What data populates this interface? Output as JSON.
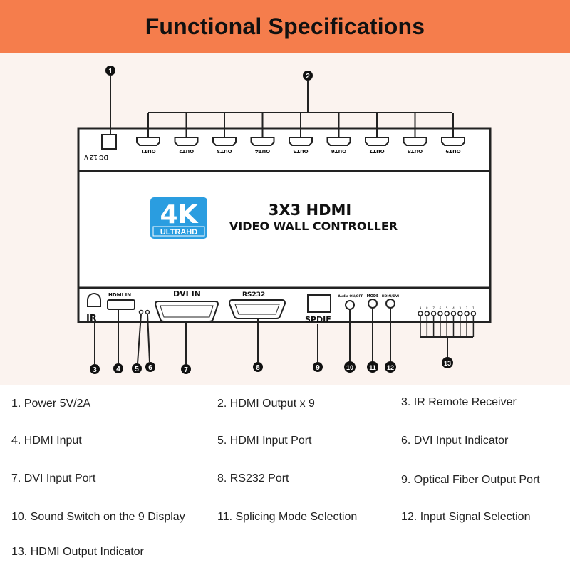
{
  "header": {
    "title": "Functional Specifications"
  },
  "diagram": {
    "outputs": [
      "OUT1",
      "OUT2",
      "OUT3",
      "OUT4",
      "OUT5",
      "OUT6",
      "OUT7",
      "OUT8",
      "OUT9"
    ],
    "power_label": "DC 12 V",
    "badge_4k": "4K",
    "badge_ultrahd": "ULTRAHD",
    "product_line1": "3X3 HDMI",
    "product_line2": "VIDEO WALL CONTROLLER",
    "port_ir": "IR",
    "port_hdmi_in": "HDMI IN",
    "port_dvi_in": "DVI IN",
    "port_rs232": "RS232",
    "port_spdif": "SPDIF",
    "btn_audio": "Audio ON/OFF",
    "btn_mode": "MODE",
    "btn_hdmi_dvi": "HDMI/DVI",
    "led_labels": [
      "9",
      "8",
      "7",
      "6",
      "5",
      "4",
      "3",
      "2",
      "1"
    ],
    "callouts": [
      "1",
      "2",
      "3",
      "4",
      "5",
      "6",
      "7",
      "8",
      "9",
      "10",
      "11",
      "12",
      "13"
    ]
  },
  "specs": [
    "1. Power 5V/2A",
    "2. HDMI Output x 9",
    "3. IR Remote Receiver",
    "4. HDMI Input",
    "5. HDMI Input Port",
    "6. DVI Input Indicator",
    "7. DVI Input Port",
    "8. RS232 Port",
    "9. Optical Fiber Output Port",
    "10. Sound Switch on the 9 Display",
    "11. Splicing Mode Selection",
    "12. Input Signal Selection",
    "13. HDMI Output Indicator"
  ],
  "colors": {
    "header_bg": "#f57d4c",
    "badge_blue": "#2a9de0",
    "diagram_bg": "#fbf3ef"
  }
}
